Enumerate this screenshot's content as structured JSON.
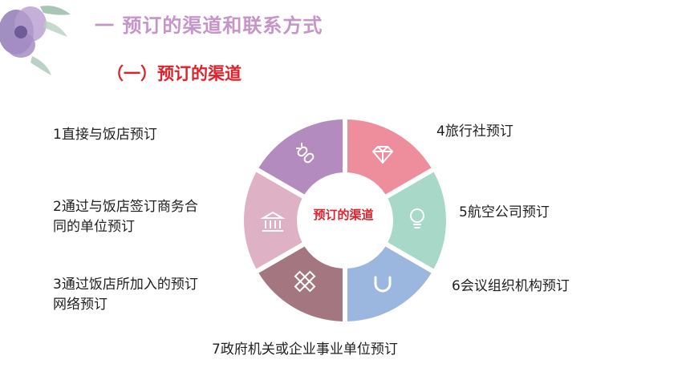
{
  "header": {
    "title": "一 预订的渠道和联系方式",
    "subtitle": "（一）预订的渠道"
  },
  "diagram": {
    "center_label": "预订的渠道",
    "segments": [
      {
        "id": "top-left",
        "color": "#b38bbf",
        "icon": "link-icon"
      },
      {
        "id": "top-right",
        "color": "#ee8e9c",
        "icon": "diamond-icon"
      },
      {
        "id": "right",
        "color": "#a8d8c7",
        "icon": "lightbulb-icon"
      },
      {
        "id": "bottom-right",
        "color": "#9bb7df",
        "icon": "magnet-icon"
      },
      {
        "id": "bottom-left",
        "color": "#a47780",
        "icon": "pencil-ruler-icon"
      },
      {
        "id": "left",
        "color": "#deb2c4",
        "icon": "bank-icon"
      }
    ]
  },
  "labels": {
    "l1": "1直接与饭店预订",
    "l2_line1": "2通过与饭店签订商务合",
    "l2_line2": "同的单位预订",
    "l3_line1": "3通过饭店所加入的预订",
    "l3_line2": "网络预订",
    "l4": "4旅行社预订",
    "l5": "5航空公司预订",
    "l6": "6会议组织机构预订",
    "l7": "7政府机关或企业事业单位预订"
  }
}
